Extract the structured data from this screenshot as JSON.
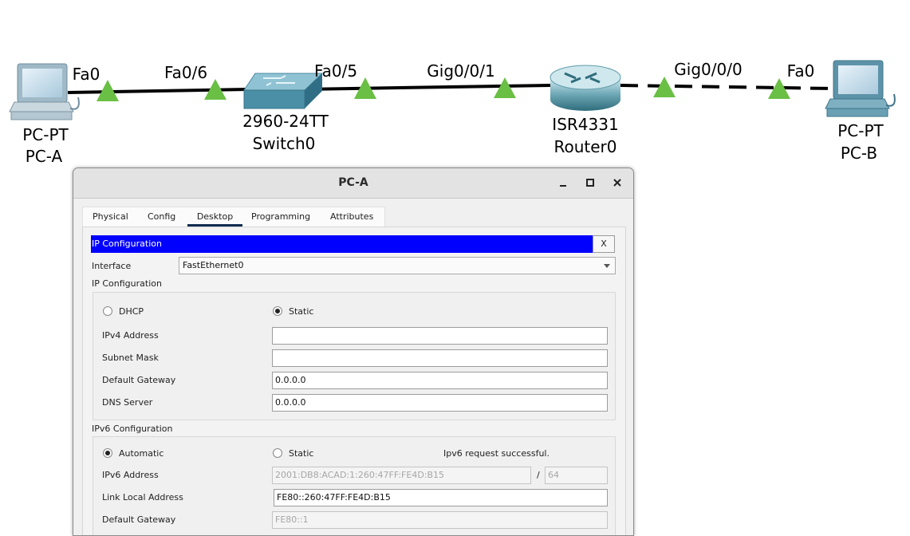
{
  "topology": {
    "devices": [
      {
        "model": "PC-PT",
        "name": "PC-A",
        "icon": "pc-icon"
      },
      {
        "model": "2960-24TT",
        "name": "Switch0",
        "icon": "switch-icon"
      },
      {
        "model": "ISR4331",
        "name": "Router0",
        "icon": "router-icon"
      },
      {
        "model": "PC-PT",
        "name": "PC-B",
        "icon": "pc-icon"
      }
    ],
    "ports": [
      "Fa0",
      "Fa0/6",
      "Fa0/5",
      "Gig0/0/1",
      "Gig0/0/0",
      "Fa0"
    ],
    "link_status_color": "#6abf45"
  },
  "dialog": {
    "title": "PC-A",
    "window_controls": [
      "minimize-icon",
      "maximize-icon",
      "close-icon"
    ],
    "tabs": [
      "Physical",
      "Config",
      "Desktop",
      "Programming",
      "Attributes"
    ],
    "active_tab": "Desktop",
    "ipconfig": {
      "header": "IP Configuration",
      "close_label": "X",
      "header_color": "#0000ff",
      "interface_label": "Interface",
      "interface_value": "FastEthernet0",
      "ipv4": {
        "section_label": "IP Configuration",
        "dhcp_label": "DHCP",
        "static_label": "Static",
        "mode": "Static",
        "ipv4_label": "IPv4 Address",
        "ipv4_value": "",
        "mask_label": "Subnet Mask",
        "mask_value": "",
        "gateway_label": "Default Gateway",
        "gateway_value": "0.0.0.0",
        "dns_label": "DNS Server",
        "dns_value": "0.0.0.0"
      },
      "ipv6": {
        "section_label": "IPv6 Configuration",
        "auto_label": "Automatic",
        "static_label": "Static",
        "mode": "Automatic",
        "status": "Ipv6 request successful.",
        "address_label": "IPv6 Address",
        "address_value": "2001:DB8:ACAD:1:260:47FF:FE4D:B15",
        "slash": "/",
        "prefix_value": "64",
        "link_local_label": "Link Local Address",
        "link_local_value": "FE80::260:47FF:FE4D:B15",
        "gateway_label": "Default Gateway",
        "gateway_value": "FE80::1"
      }
    }
  }
}
